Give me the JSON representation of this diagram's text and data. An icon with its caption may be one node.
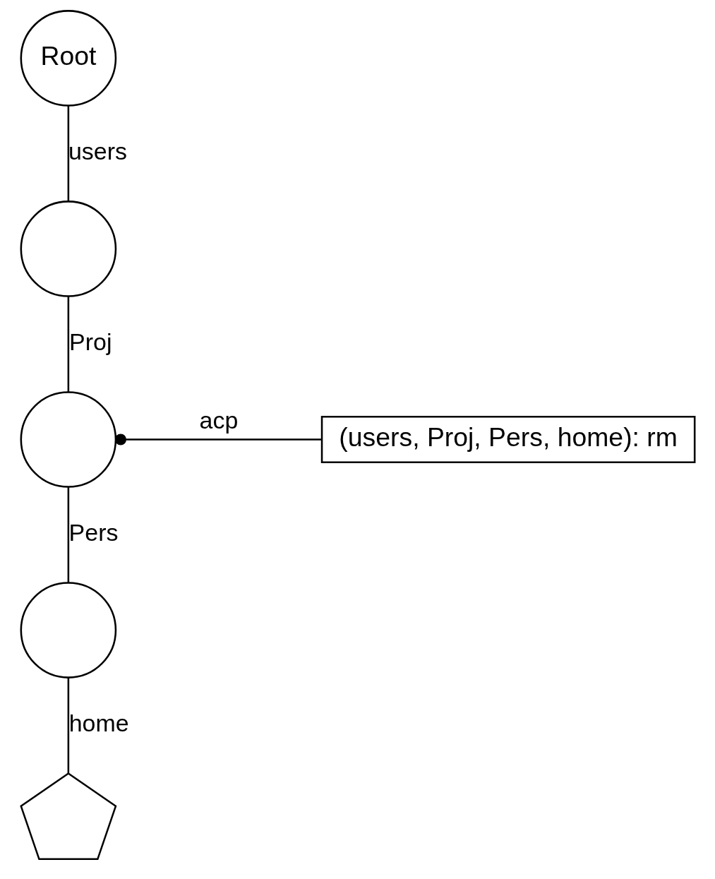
{
  "diagram": {
    "nodes": [
      {
        "text": [
          "Root"
        ]
      },
      {
        "text": [],
        "shape": "circle"
      },
      {
        "text": [],
        "shape": "circle"
      },
      {
        "text": [],
        "shape": "circle"
      },
      {
        "text": [],
        "shape": "pentagon"
      },
      {
        "text": [
          "(users, Proj, Pers, home): rm"
        ]
      }
    ],
    "edges": [
      {
        "from": 0,
        "to": 1,
        "arrow": "none",
        "label": "users"
      },
      {
        "from": 1,
        "to": 2,
        "arrow": "none",
        "label": "Proj"
      },
      {
        "from": 2,
        "to": 3,
        "arrow": "none",
        "label": "Pers"
      },
      {
        "from": 3,
        "to": 4,
        "arrow": "none",
        "label": "home"
      },
      {
        "from": 2,
        "to": 5,
        "arrow": "other",
        "label": "acp"
      }
    ]
  }
}
